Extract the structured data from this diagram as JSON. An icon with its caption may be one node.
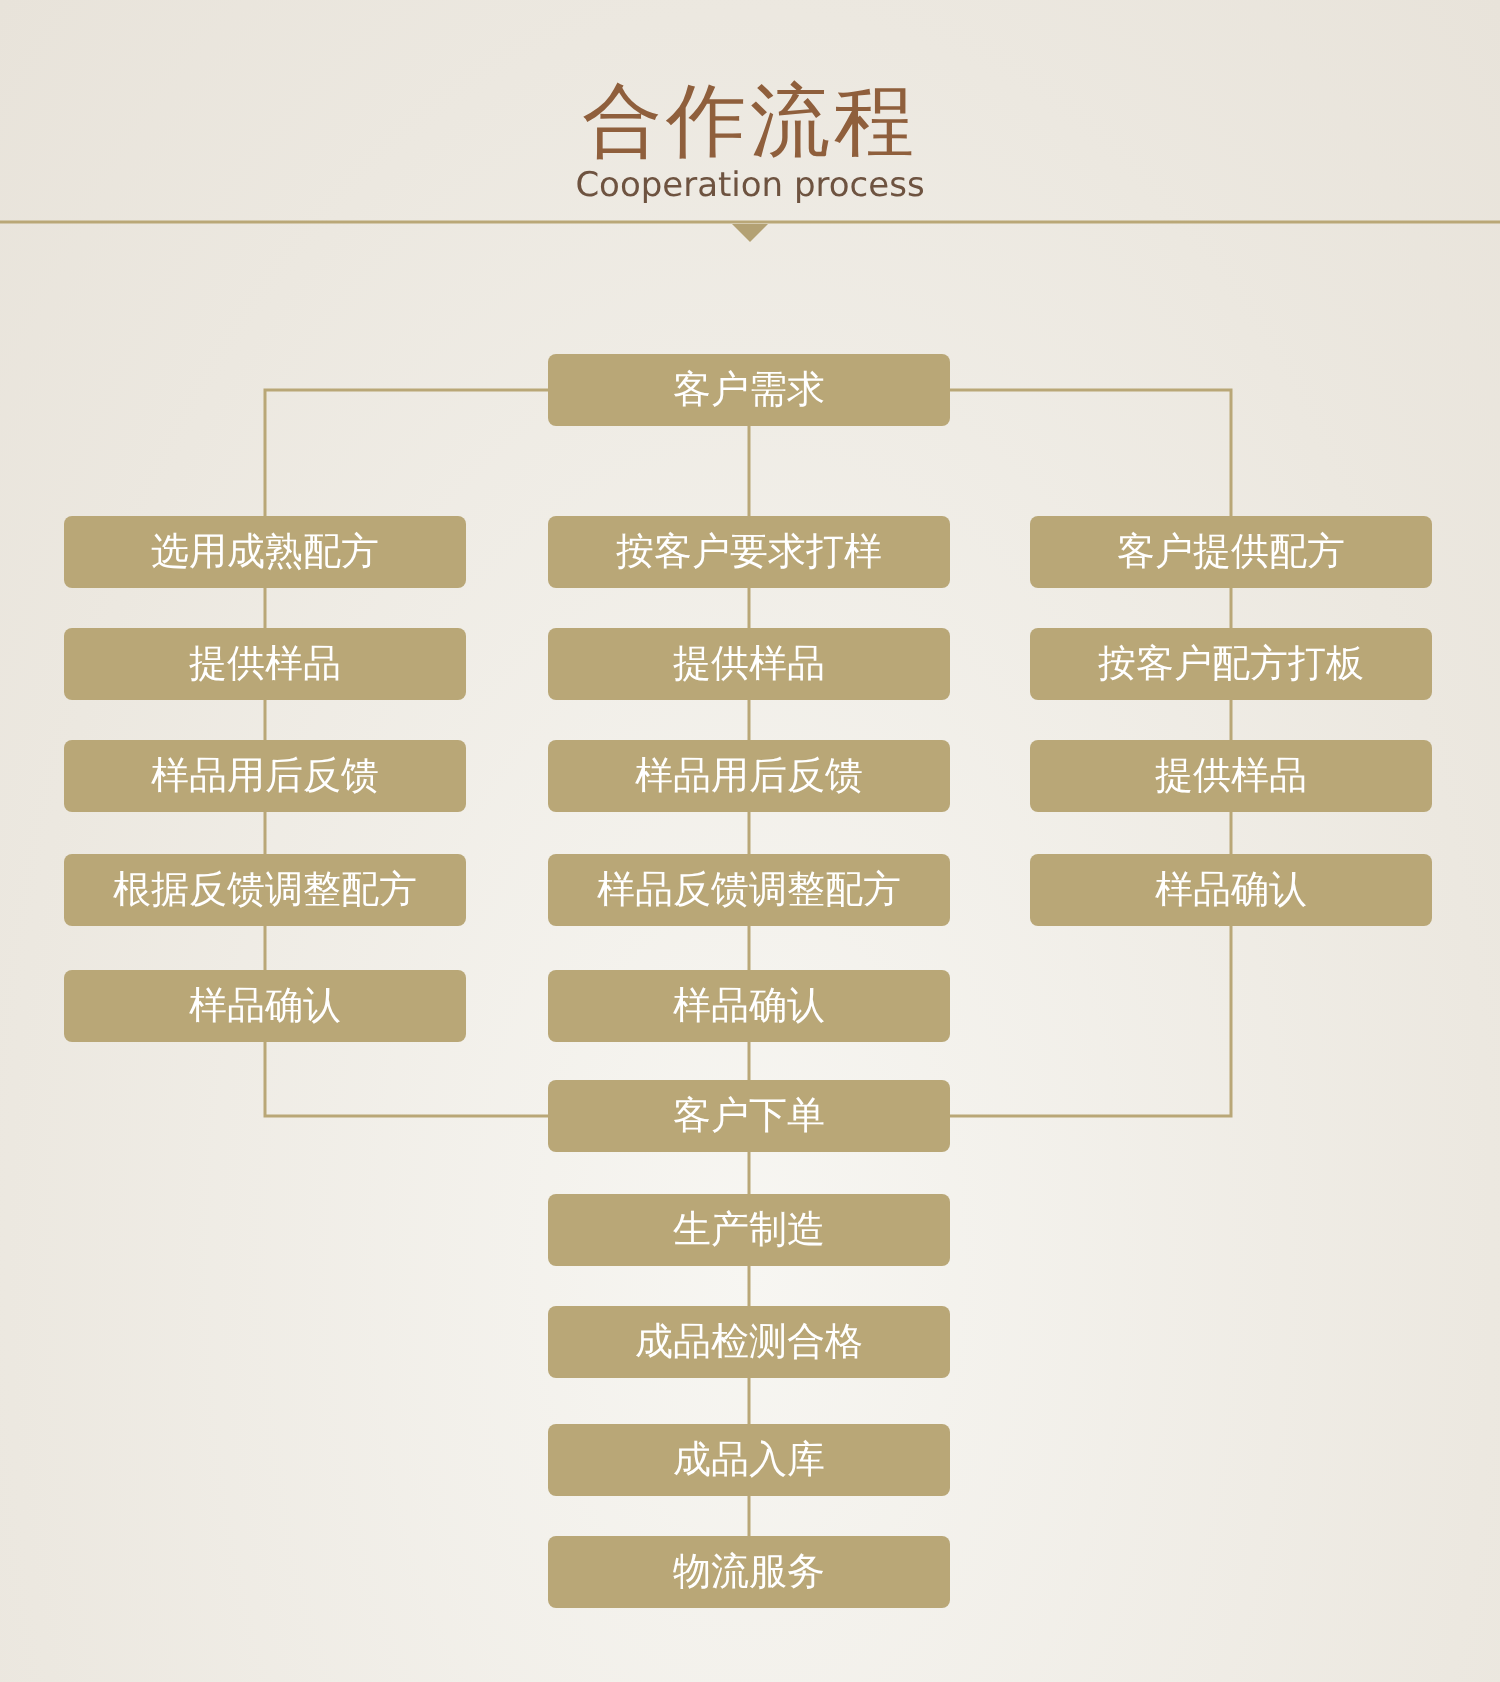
{
  "diagram": {
    "title": "合作流程",
    "nodes": [
      {
        "text": [
          "客户需求"
        ]
      },
      {
        "text": [
          "选用成熟配方"
        ]
      },
      {
        "text": [
          "按客户要求打样"
        ]
      },
      {
        "text": [
          "客户提供配方"
        ]
      },
      {
        "text": [
          "提供样品"
        ]
      },
      {
        "text": [
          "提供样品"
        ]
      },
      {
        "text": [
          "按客户配方打板"
        ]
      },
      {
        "text": [
          "样品用后反馈"
        ]
      },
      {
        "text": [
          "样品用后反馈"
        ]
      },
      {
        "text": [
          "提供样品"
        ]
      },
      {
        "text": [
          "根据反馈调整配方"
        ]
      },
      {
        "text": [
          "样品反馈调整配方"
        ]
      },
      {
        "text": [
          "样品确认"
        ]
      },
      {
        "text": [
          "样品确认"
        ]
      },
      {
        "text": [
          "样品确认"
        ]
      },
      {
        "text": [
          "客户下单"
        ]
      },
      {
        "text": [
          "生产制造"
        ]
      },
      {
        "text": [
          "成品检测合格"
        ]
      },
      {
        "text": [
          "成品入库"
        ]
      },
      {
        "text": [
          "物流服务"
        ]
      }
    ],
    "edges": [
      {
        "from": 0,
        "to": 1,
        "arrow": "none"
      },
      {
        "from": 0,
        "to": 2,
        "arrow": "none"
      },
      {
        "from": 0,
        "to": 3,
        "arrow": "none"
      },
      {
        "from": 1,
        "to": 4,
        "arrow": "none"
      },
      {
        "from": 4,
        "to": 7,
        "arrow": "none"
      },
      {
        "from": 7,
        "to": 10,
        "arrow": "none"
      },
      {
        "from": 10,
        "to": 13,
        "arrow": "none"
      },
      {
        "from": 13,
        "to": 15,
        "arrow": "none"
      },
      {
        "from": 2,
        "to": 5,
        "arrow": "none"
      },
      {
        "from": 5,
        "to": 8,
        "arrow": "none"
      },
      {
        "from": 8,
        "to": 11,
        "arrow": "none"
      },
      {
        "from": 11,
        "to": 14,
        "arrow": "none"
      },
      {
        "from": 14,
        "to": 15,
        "arrow": "none"
      },
      {
        "from": 3,
        "to": 6,
        "arrow": "none"
      },
      {
        "from": 6,
        "to": 9,
        "arrow": "none"
      },
      {
        "from": 9,
        "to": 12,
        "arrow": "none"
      },
      {
        "from": 12,
        "to": 15,
        "arrow": "none"
      },
      {
        "from": 15,
        "to": 16,
        "arrow": "none"
      },
      {
        "from": 16,
        "to": 17,
        "arrow": "none"
      },
      {
        "from": 17,
        "to": 18,
        "arrow": "none"
      },
      {
        "from": 18,
        "to": 19,
        "arrow": "none"
      }
    ],
    "labels": [
      "Cooperation process"
    ]
  }
}
